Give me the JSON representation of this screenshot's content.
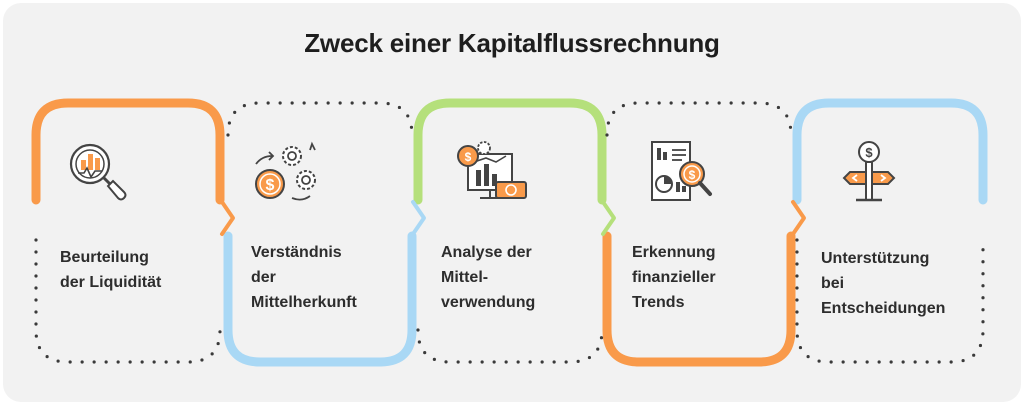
{
  "title": "Zweck einer Kapitalflussrechnung",
  "steps": [
    {
      "label": "Beurteilung\nder Liquidität",
      "icon": "liquidity-analysis-icon",
      "color": "#f99a4a"
    },
    {
      "label": "Verständnis\nder\nMittelherkunft",
      "icon": "gears-money-icon",
      "color": "#a9d8f5"
    },
    {
      "label": "Analyse der\nMittel-\nverwendung",
      "icon": "fund-usage-icon",
      "color": "#b5e07b"
    },
    {
      "label": "Erkennung\nfinanzieller\nTrends",
      "icon": "report-trends-icon",
      "color": "#f99a4a"
    },
    {
      "label": "Unterstützung\nbei\nEntscheidungen",
      "icon": "decision-signpost-icon",
      "color": "#a9d8f5"
    }
  ],
  "colors": {
    "orange": "#f99a4a",
    "blue": "#a9d8f5",
    "green": "#b5e07b",
    "dots": "#3a3a3a",
    "icon_outline": "#444444",
    "background": "#f2f2f2"
  }
}
